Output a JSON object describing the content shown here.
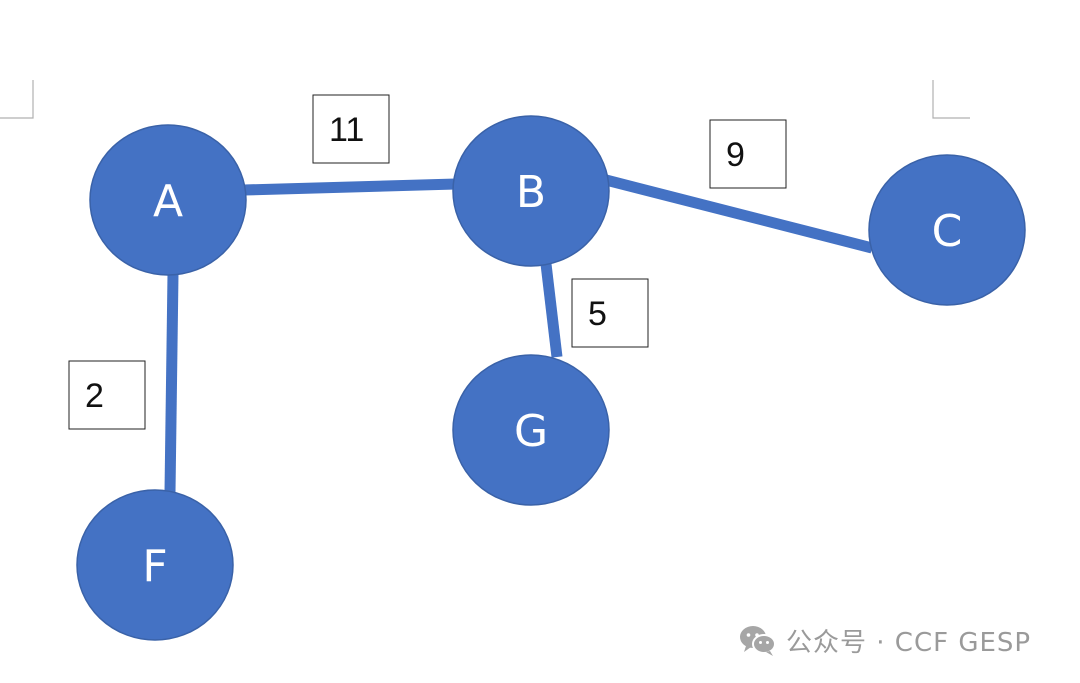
{
  "diagram": {
    "type": "weighted-graph",
    "node_color": "#4472C4",
    "edge_color": "#4472C4",
    "nodes": [
      {
        "id": "A",
        "label": "A"
      },
      {
        "id": "B",
        "label": "B"
      },
      {
        "id": "C",
        "label": "C"
      },
      {
        "id": "F",
        "label": "F"
      },
      {
        "id": "G",
        "label": "G"
      }
    ],
    "edges": [
      {
        "from": "A",
        "to": "B",
        "weight": "11"
      },
      {
        "from": "B",
        "to": "C",
        "weight": "9"
      },
      {
        "from": "B",
        "to": "G",
        "weight": "5"
      },
      {
        "from": "A",
        "to": "F",
        "weight": "2"
      }
    ]
  },
  "watermark": {
    "icon": "wechat-icon",
    "text": "公众号 · CCF GESP"
  }
}
